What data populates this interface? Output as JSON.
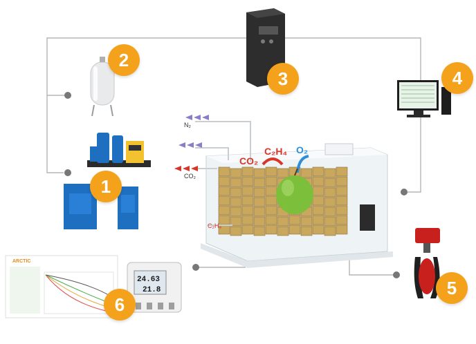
{
  "badges": [
    "1",
    "2",
    "3",
    "4",
    "5",
    "6"
  ],
  "chamber_labels": {
    "n2": "N₂",
    "co2_left": "CO₂",
    "c2h4_left": "C₂H₄",
    "co2_top": "CO₂",
    "c2h4_top": "C₂H₄",
    "o2_top": "O₂"
  },
  "monitor": {
    "brand": "ARCTIC",
    "reading_top": "24.63",
    "reading_bottom": "21.8"
  },
  "colors": {
    "badge": "#f4a21b",
    "line": "#b5b5b5",
    "dot": "#777777",
    "arrow_red": "#d9362a",
    "arrow_blue": "#2f8fd6",
    "arrow_purple": "#8a7ec7",
    "crate": "#c9a75d",
    "apple": "#7bbf3a",
    "equipment_blue": "#1f6fc1",
    "valve_red": "#c8201d"
  },
  "icons": [
    "nitrogen-tank-icon",
    "control-cabinet-icon",
    "computer-icon",
    "butterfly-valve-icon",
    "gas-analyzer-icon",
    "apple-icon"
  ]
}
